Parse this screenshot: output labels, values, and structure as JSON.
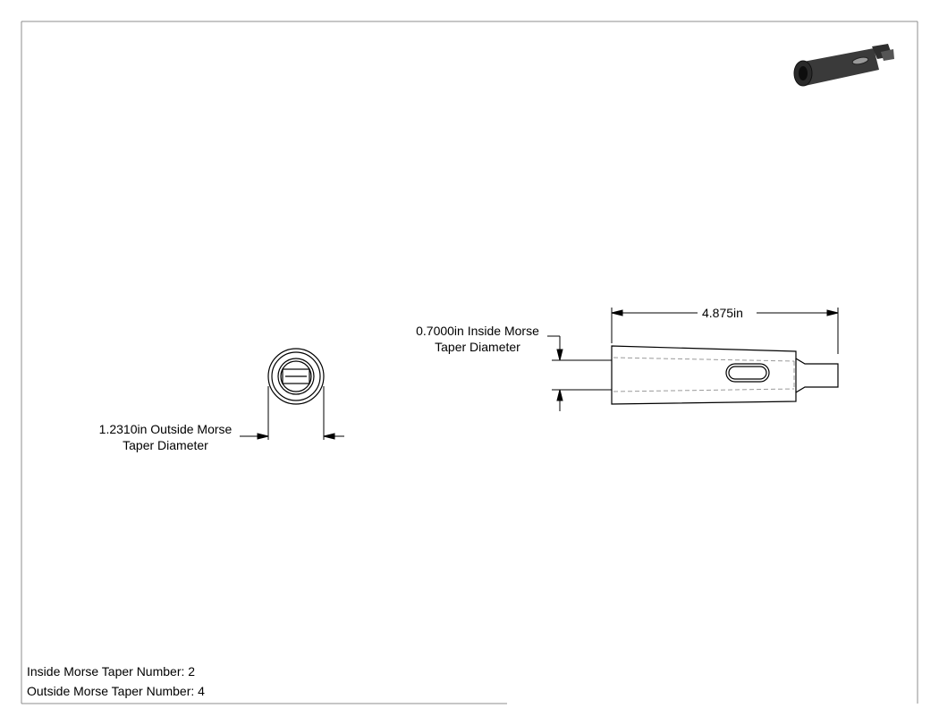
{
  "dimensions": {
    "overall_length": "4.875in",
    "inside_diameter": {
      "line1": "0.7000in Inside Morse",
      "line2": "Taper Diameter"
    },
    "outside_diameter": {
      "line1": "1.2310in Outside Morse",
      "line2": "Taper Diameter"
    }
  },
  "notes": {
    "inside_taper": "Inside Morse Taper Number: 2",
    "outside_taper": "Outside Morse Taper Number: 4"
  },
  "colors": {
    "line": "#000000",
    "hidden_line": "#9a9a9a",
    "border": "#8c8c8c",
    "render_body": "#3a3a3a"
  },
  "icons": {
    "iso_preview": "isometric-sleeve-render-icon"
  }
}
